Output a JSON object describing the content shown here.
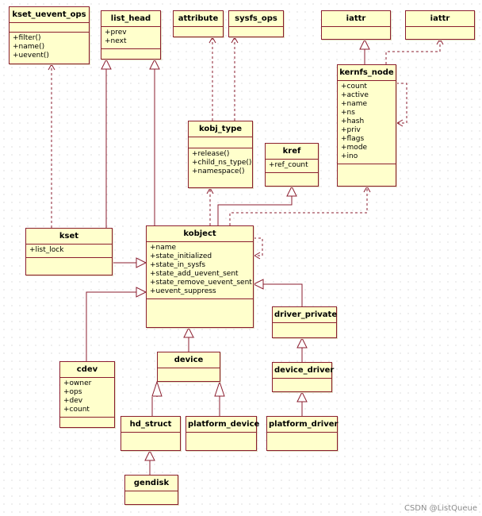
{
  "classes": {
    "kset_uevent_ops": {
      "name": "kset_uevent_ops",
      "items": [
        "+filter()",
        "+name()",
        "+uevent()"
      ]
    },
    "list_head": {
      "name": "list_head",
      "items": [
        "+prev",
        "+next"
      ]
    },
    "attribute": {
      "name": "attribute"
    },
    "sysfs_ops": {
      "name": "sysfs_ops"
    },
    "iattr_1": {
      "name": "iattr"
    },
    "iattr_2": {
      "name": "iattr"
    },
    "kernfs_node": {
      "name": "kernfs_node",
      "items": [
        "+count",
        "+active",
        "+name",
        "+ns",
        "+hash",
        "+priv",
        "+flags",
        "+mode",
        "+ino"
      ]
    },
    "kobj_type": {
      "name": "kobj_type",
      "items": [
        "+release()",
        "+child_ns_type()",
        "+namespace()"
      ]
    },
    "kref": {
      "name": "kref",
      "items": [
        "+ref_count"
      ]
    },
    "kset": {
      "name": "kset",
      "items": [
        "+list_lock"
      ]
    },
    "kobject": {
      "name": "kobject",
      "items": [
        "+name",
        "+state_initialized",
        "+state_in_sysfs",
        "+state_add_uevent_sent",
        "+state_remove_uevent_sent",
        "+uevent_suppress"
      ]
    },
    "driver_private": {
      "name": "driver_private"
    },
    "device": {
      "name": "device"
    },
    "device_driver": {
      "name": "device_driver"
    },
    "cdev": {
      "name": "cdev",
      "items": [
        "+owner",
        "+ops",
        "+dev",
        "+count"
      ]
    },
    "hd_struct": {
      "name": "hd_struct"
    },
    "platform_device": {
      "name": "platform_device"
    },
    "platform_driver": {
      "name": "platform_driver"
    },
    "gendisk": {
      "name": "gendisk"
    }
  },
  "watermark": "CSDN @ListQueue",
  "colors": {
    "box_fill": "#ffffcc",
    "line": "#8b1e2f"
  }
}
